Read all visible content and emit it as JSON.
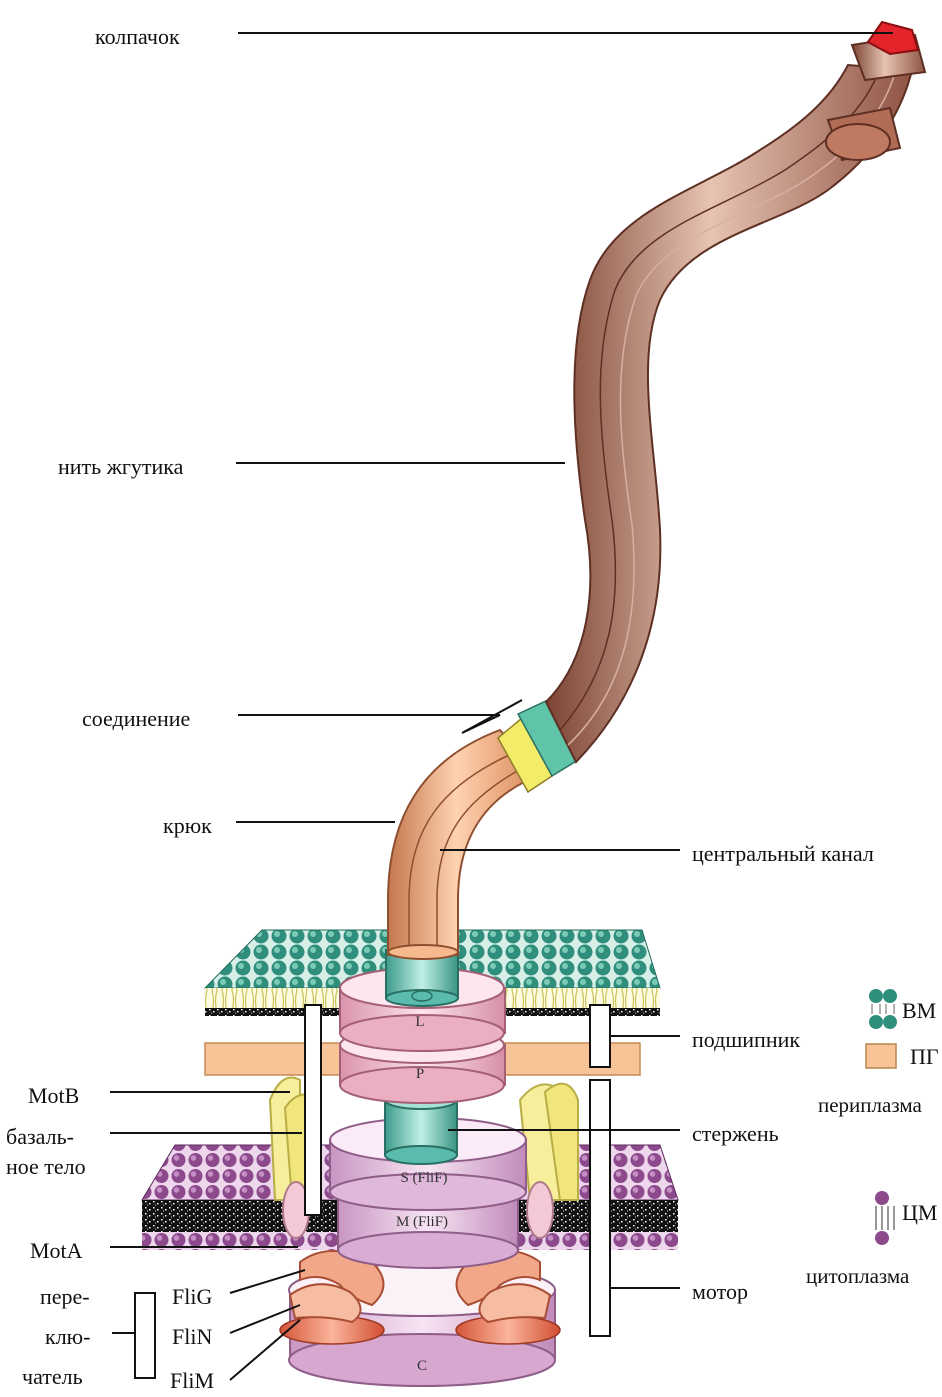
{
  "labels": {
    "cap": "колпачок",
    "filament": "нить жгутика",
    "junction": "соединение",
    "hook": "крюк",
    "central_channel": "центральный канал",
    "bearing": "подшипник",
    "rod": "стержень",
    "motor": "мотор",
    "motb": "MotB",
    "basal_body_1": "базаль-",
    "basal_body_2": "ное тело",
    "mota": "MotA",
    "switch_1": "пере-",
    "switch_2": "клю-",
    "switch_3": "чатель",
    "flig": "FliG",
    "flin": "FliN",
    "flim": "FliM"
  },
  "parts": {
    "ring_l": "L",
    "ring_p": "P",
    "ring_s": "S (FliF)",
    "ring_m": "M (FliF)",
    "ring_c": "C"
  },
  "legend": {
    "om": "ВМ",
    "pg": "ПГ",
    "periplasm": "периплазма",
    "cm": "ЦМ",
    "cytoplasm": "цитоплазма"
  },
  "colors": {
    "filament": "#c27e66",
    "hook": "#f0a779",
    "cap": "#e3242b",
    "junction_teal": "#5fc4a8",
    "junction_yellow": "#f2ec68",
    "outer_membrane": "#2f8f7c",
    "peptidoglycan": "#f6c496",
    "inner_membrane": "#8c4a8c",
    "rings_lp": "#f2b8c8",
    "rings_sm": "#e8bcdc",
    "rod": "#5bbcae"
  }
}
